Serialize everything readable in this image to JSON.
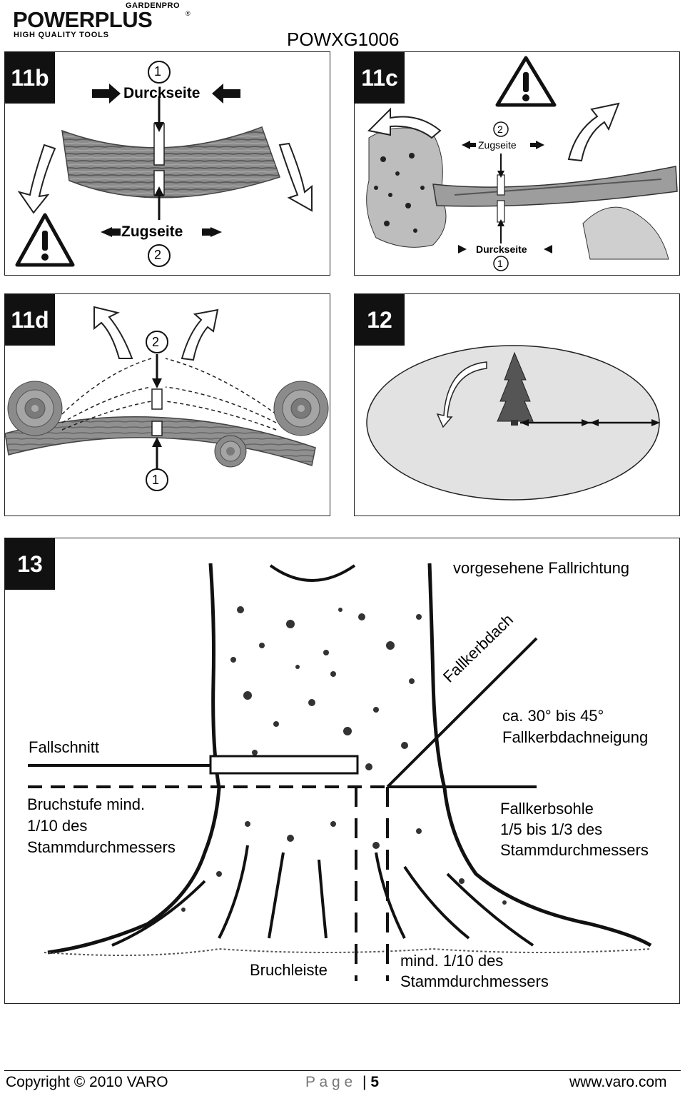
{
  "header": {
    "brand_top": "GARDENPRO",
    "brand_main_a": "POWER",
    "brand_main_b": "PLUS",
    "brand_reg": "®",
    "brand_sub": "HIGH QUALITY TOOLS",
    "model": "POWXG1006"
  },
  "panels": {
    "p11b": {
      "tag": "11b",
      "top_label": "Durckseite",
      "bottom_label": "Zugseite",
      "n1": "1",
      "n2": "2"
    },
    "p11c": {
      "tag": "11c",
      "top_label": "Zugseite",
      "bottom_label": "Durckseite",
      "n1": "1",
      "n2": "2"
    },
    "p11d": {
      "tag": "11d",
      "n1": "1",
      "n2": "2"
    },
    "p12": {
      "tag": "12"
    },
    "p13": {
      "tag": "13",
      "fall_direction": "vorgesehene Fallrichtung",
      "fallkerbdach": "Fallkerbdach",
      "angle_line1": "ca. 30° bis 45°",
      "angle_line2": "Fallkerbdachneigung",
      "fallschnitt": "Fallschnitt",
      "bruchstufe_1": "Bruchstufe mind.",
      "bruchstufe_2": "1/10 des",
      "bruchstufe_3": "Stammdurchmessers",
      "sohle_1": "Fallkerbsohle",
      "sohle_2": "1/5 bis 1/3 des",
      "sohle_3": "Stammdurchmessers",
      "bruchleiste": "Bruchleiste",
      "mind_1": "mind. 1/10 des",
      "mind_2": "Stammdurchmessers"
    }
  },
  "footer": {
    "copyright": "Copyright © 2010 VARO",
    "page_label": "P a g e",
    "page_sep": "|",
    "page_number": "5",
    "website": "www.varo.com"
  },
  "colors": {
    "ink": "#111111",
    "wood": "#8a8a8a",
    "wood_dark": "#555555",
    "ellipse": "#e2e2e2"
  }
}
